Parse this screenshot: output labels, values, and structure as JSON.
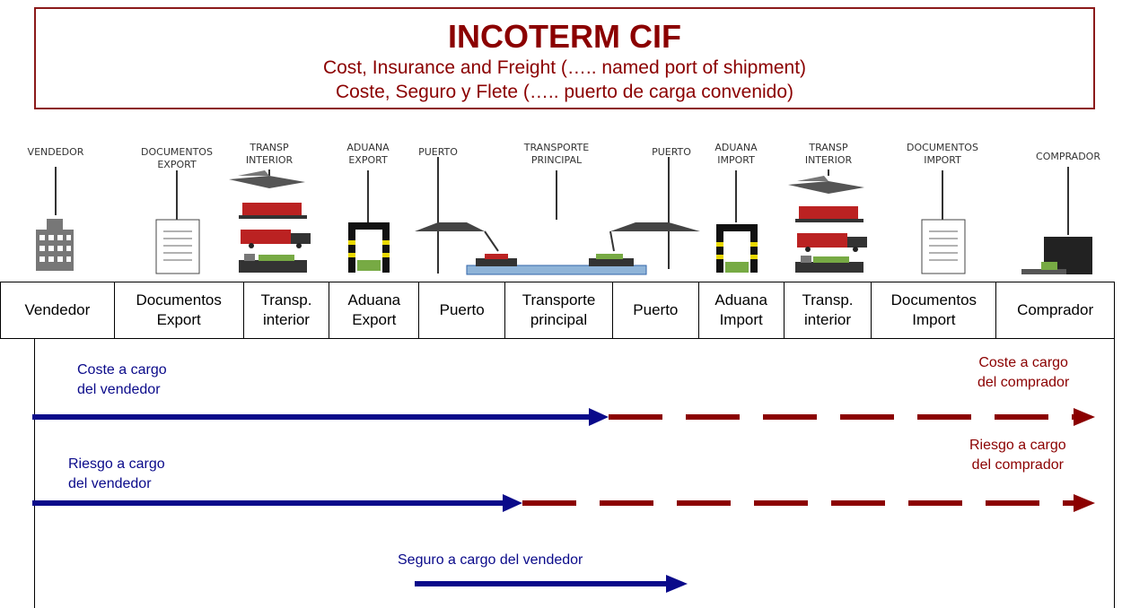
{
  "title": "INCOTERM CIF",
  "subtitle_en": "Cost, Insurance and Freight  (….. named port of shipment)",
  "subtitle_es": "Coste, Seguro y Flete  (….. puerto de carga convenido)",
  "icon_labels": [
    [
      "VENDEDOR"
    ],
    [
      "DOCUMENTOS",
      "EXPORT"
    ],
    [
      "TRANSP",
      "INTERIOR"
    ],
    [
      "ADUANA",
      "EXPORT"
    ],
    [
      "PUERTO"
    ],
    [
      "TRANSPORTE",
      "PRINCIPAL"
    ],
    [
      "PUERTO"
    ],
    [
      "ADUANA",
      "IMPORT"
    ],
    [
      "TRANSP",
      "INTERIOR"
    ],
    [
      "DOCUMENTOS",
      "IMPORT"
    ],
    [
      "COMPRADOR"
    ]
  ],
  "columns": [
    "Vendedor",
    "Documentos Export",
    "Transp. interior",
    "Aduana Export",
    "Puerto",
    "Transporte principal",
    "Puerto",
    "Aduana Import",
    "Transp. interior",
    "Documentos Import",
    "Comprador"
  ],
  "labels": {
    "coste_vendedor": [
      "Coste a cargo",
      "del vendedor"
    ],
    "coste_comprador": [
      "Coste a cargo",
      "del comprador"
    ],
    "riesgo_vendedor": [
      "Riesgo a cargo",
      "del vendedor"
    ],
    "riesgo_comprador": [
      "Riesgo a cargo",
      "del comprador"
    ],
    "seguro_vendedor": "Seguro a cargo del vendedor"
  },
  "colors": {
    "seller": "#0a0a8a",
    "buyer": "#8b0000",
    "title": "#8b0000"
  }
}
